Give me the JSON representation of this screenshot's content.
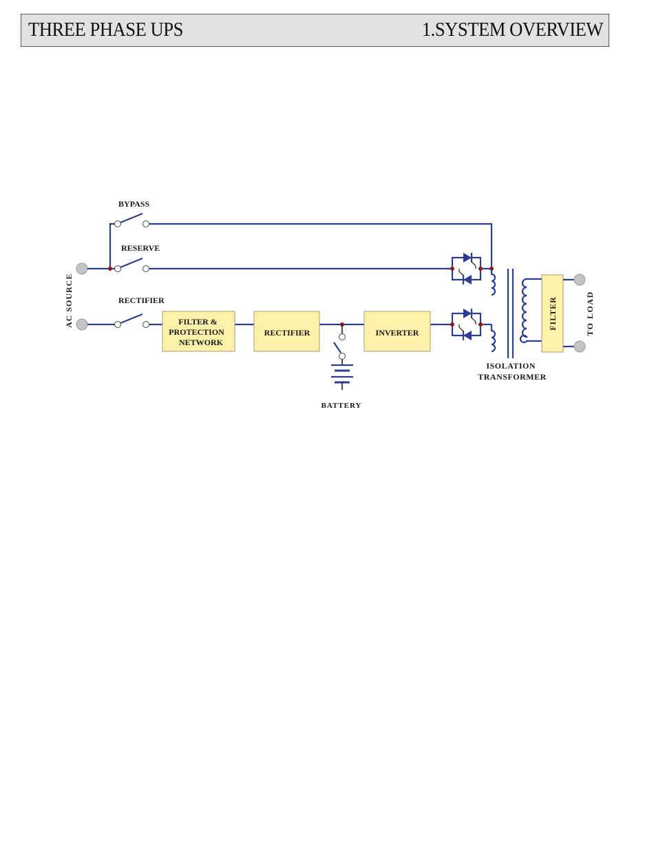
{
  "header": {
    "title_left": "THREE PHASE UPS",
    "title_right": "1.SYSTEM OVERVIEW"
  },
  "diagram": {
    "labels": {
      "ac_source": "AC   SOURCE",
      "bypass": "BYPASS",
      "reserve": "RESERVE",
      "rectifier_switch": "RECTIFIER",
      "battery": "BATTERY",
      "isolation_line1": "ISOLATION",
      "isolation_line2": "TRANSFORMER",
      "to_load": "TO  LOAD"
    },
    "blocks": {
      "filter_protection": [
        "FILTER &",
        "PROTECTION",
        "NETWORK"
      ],
      "rectifier": "RECTIFIER",
      "inverter": "INVERTER",
      "output_filter": "FILTER"
    },
    "colors": {
      "wire": "#2b3d8f",
      "block_fill": "#fbf1aa",
      "junction": "#8b1c1c",
      "terminal": "#c4c4c8"
    }
  }
}
